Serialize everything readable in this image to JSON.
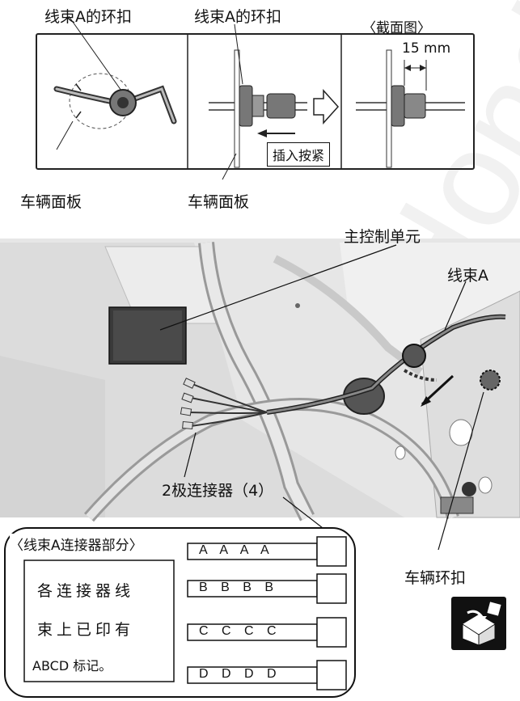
{
  "top_section": {
    "panel1_top_label": "线束A的环扣",
    "panel2_top_label": "线束A的环扣",
    "panel3_title": "〈截面图〉",
    "dimension": "15 mm",
    "insert_label": "插入按紧",
    "panel1_bottom_label": "车辆面板",
    "panel2_bottom_label": "车辆面板"
  },
  "photo_section": {
    "main_unit_label": "主控制单元",
    "harness_label": "线束A",
    "connector_label": "2极连接器（4）",
    "vehicle_clip_label": "车辆环扣"
  },
  "legend": {
    "title": "〈线束A连接器部分〉",
    "note_lines": [
      "各连接器线",
      "束上已印有",
      "ABCD 标记。"
    ],
    "connectors": [
      "A A A A",
      "B B B B",
      "C C C C",
      "D D D D"
    ]
  },
  "watermark": "Honda"
}
